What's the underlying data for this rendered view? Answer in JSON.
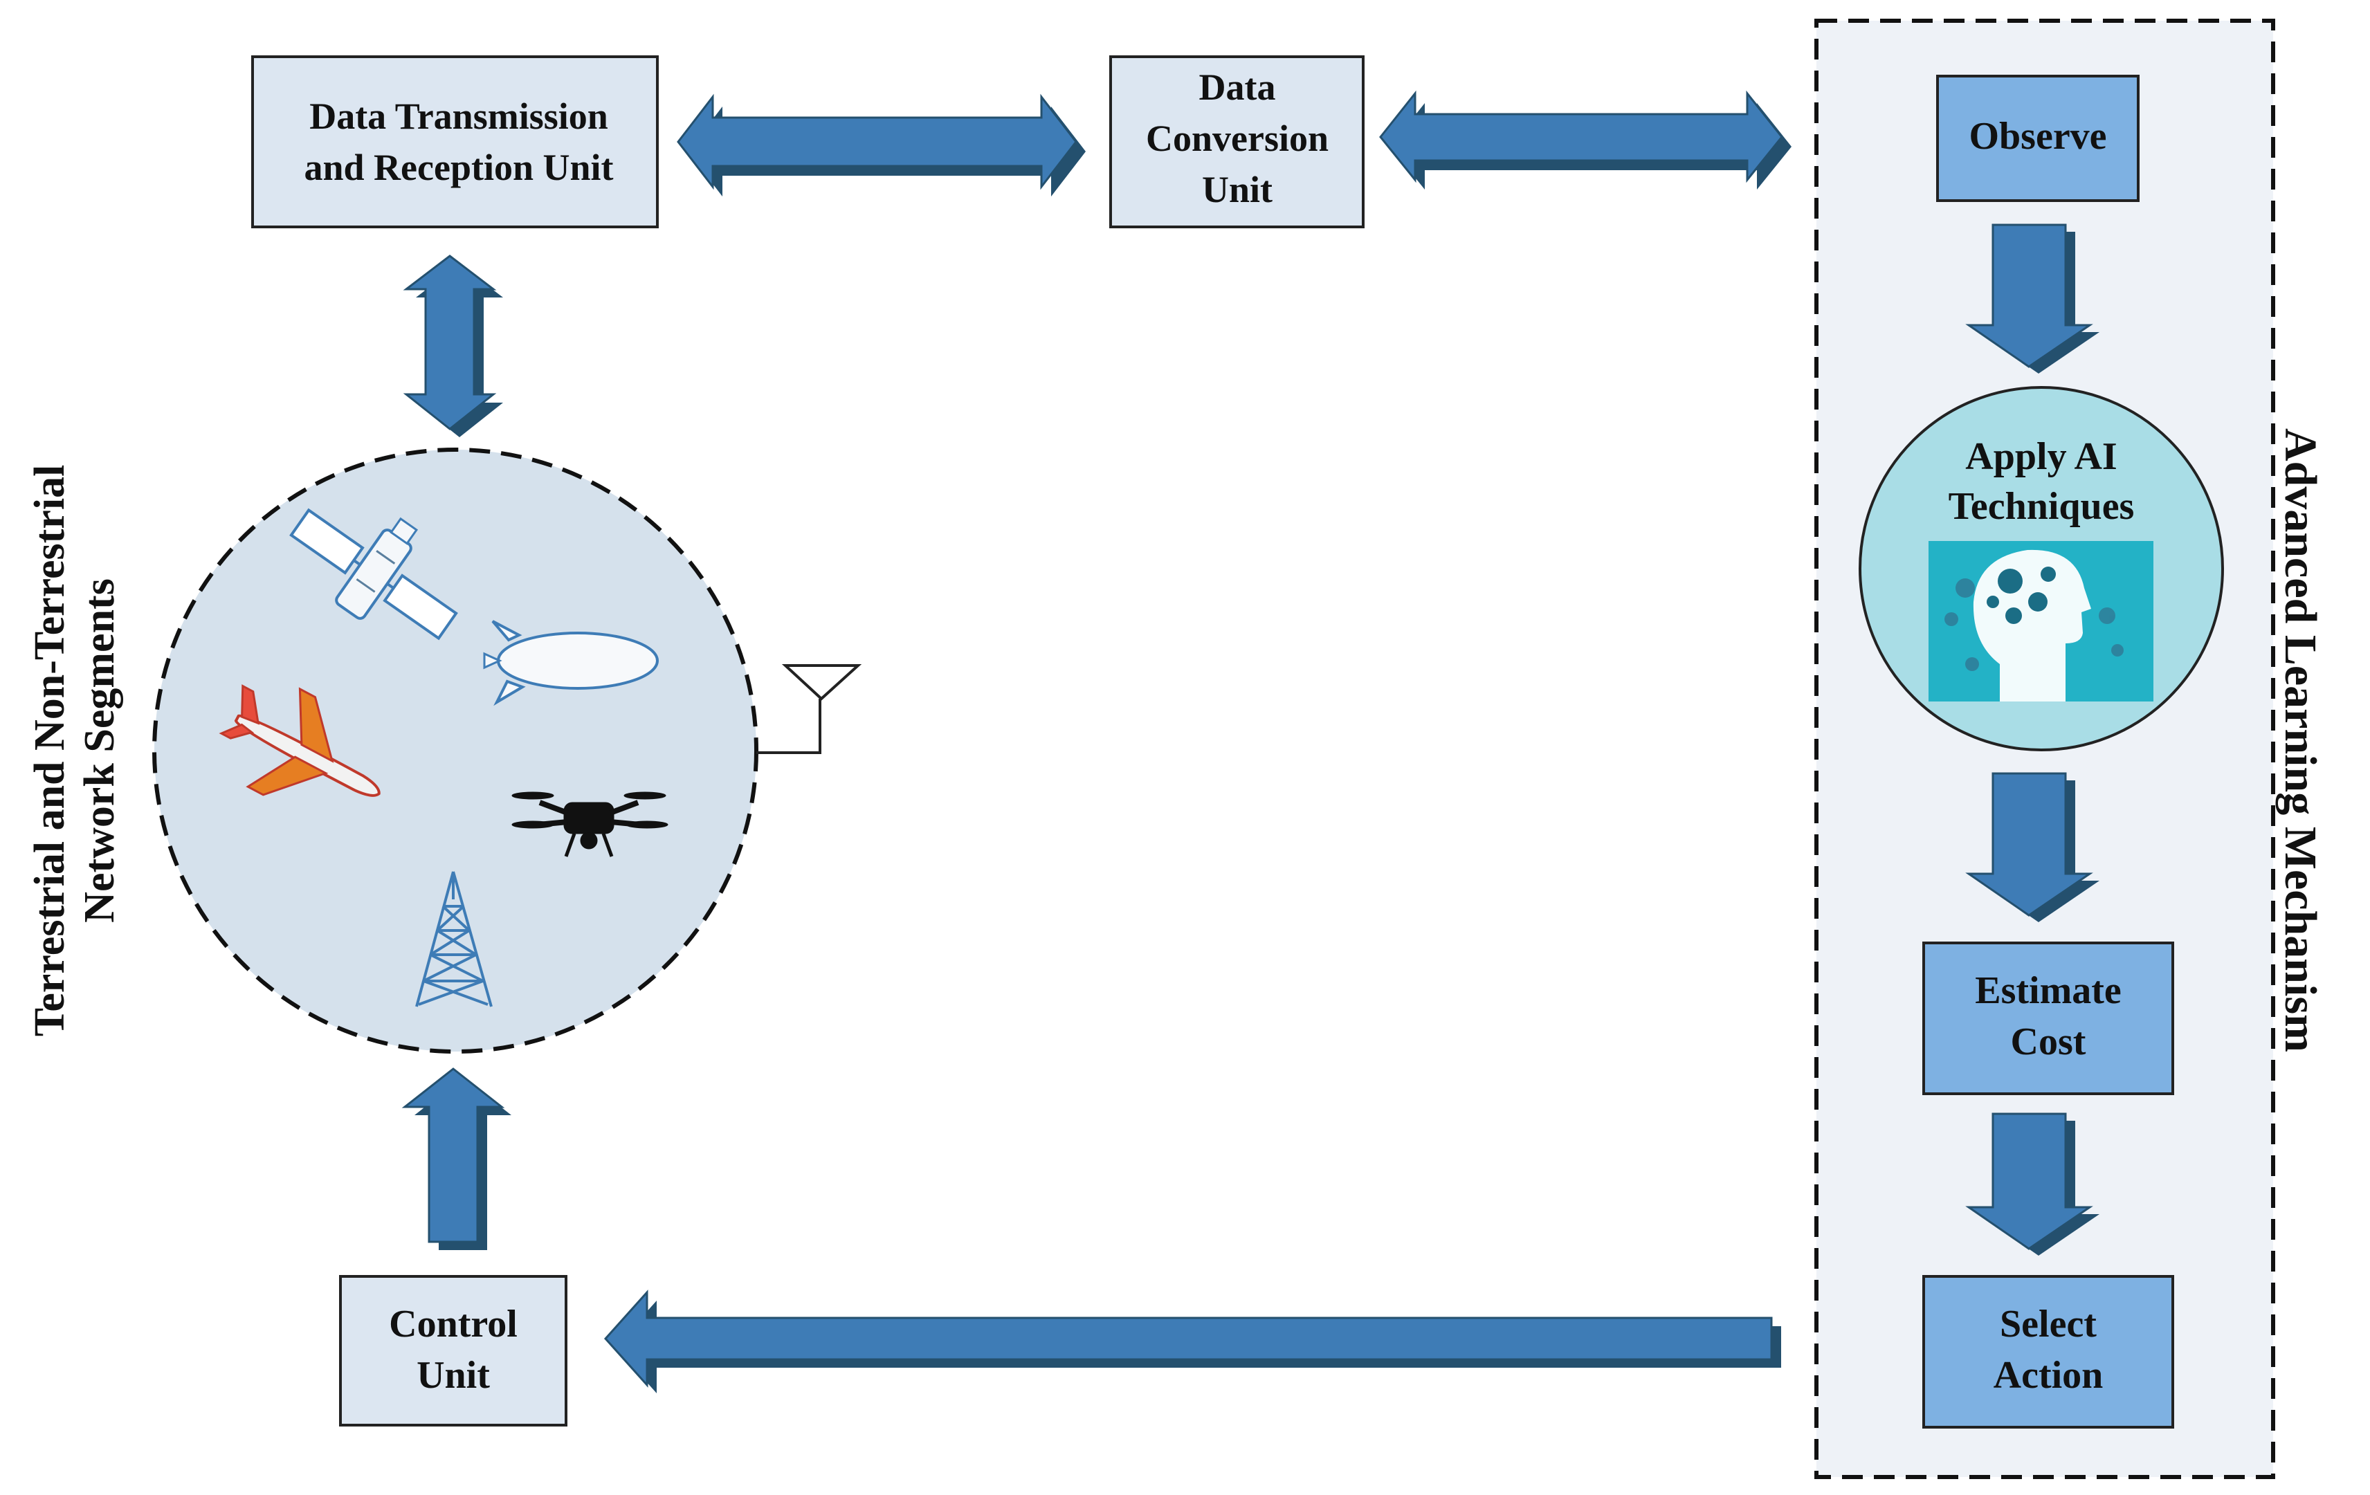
{
  "units": {
    "dtru": {
      "line1": "Data Transmission",
      "line2": "and Reception Unit"
    },
    "conversion": {
      "line1": "Data",
      "line2": "Conversion",
      "line3": "Unit"
    },
    "control": {
      "line1": "Control",
      "line2": "Unit"
    }
  },
  "network_segments_label": {
    "line1": "Terrestrial and Non-Terrestrial",
    "line2": "Network Segments"
  },
  "network_icons": [
    "satellite-icon",
    "airship-icon",
    "airplane-icon",
    "drone-icon",
    "cell-tower-icon",
    "antenna-icon"
  ],
  "learning": {
    "title": "Advanced Learning Mechanism",
    "observe": "Observe",
    "apply": {
      "line1": "Apply AI",
      "line2": "Techniques"
    },
    "estimate": {
      "line1": "Estimate",
      "line2": "Cost"
    },
    "select": {
      "line1": "Select",
      "line2": "Action"
    }
  },
  "colors": {
    "unit_fill": "#dce6f1",
    "step_fill": "#7eb1e2",
    "arrow_fill": "#3e7cb6",
    "arrow_shade": "#24506e",
    "circle_fill": "#d5e1ec",
    "panel_fill": "#eef2f7",
    "ai_circle_fill": "#a9dde6",
    "ai_image_fill": "#23b2c6"
  }
}
